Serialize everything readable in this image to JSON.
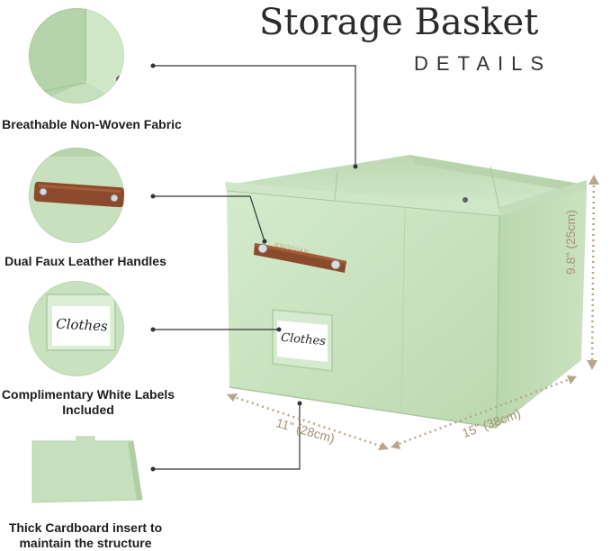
{
  "header": {
    "title": "Storage Basket",
    "subtitle": "DETAILS"
  },
  "features": [
    {
      "label": "Breathable Non-Woven Fabric",
      "icon": "fabric-closeup"
    },
    {
      "label": "Dual Faux Leather Handles",
      "icon": "leather-handle"
    },
    {
      "label": "Complimentary White Labels Included",
      "icon": "label-card"
    },
    {
      "label": "Thick Cardboard insert to maintain the structure",
      "icon": "cardboard-insert"
    }
  ],
  "product": {
    "label_card_text": "Clothes",
    "handle_brand": "KNODIAN"
  },
  "dimensions": {
    "depth": "11\" (28cm)",
    "width": "15\" (38cm)",
    "height": "9.8\" (25cm)"
  },
  "colors": {
    "basket_green": "#c9e3c1",
    "basket_green_dark": "#b4d3aa",
    "leather": "#8a4a2a",
    "dimension_arrow": "#b8a68a",
    "pointer_line": "#333333"
  }
}
